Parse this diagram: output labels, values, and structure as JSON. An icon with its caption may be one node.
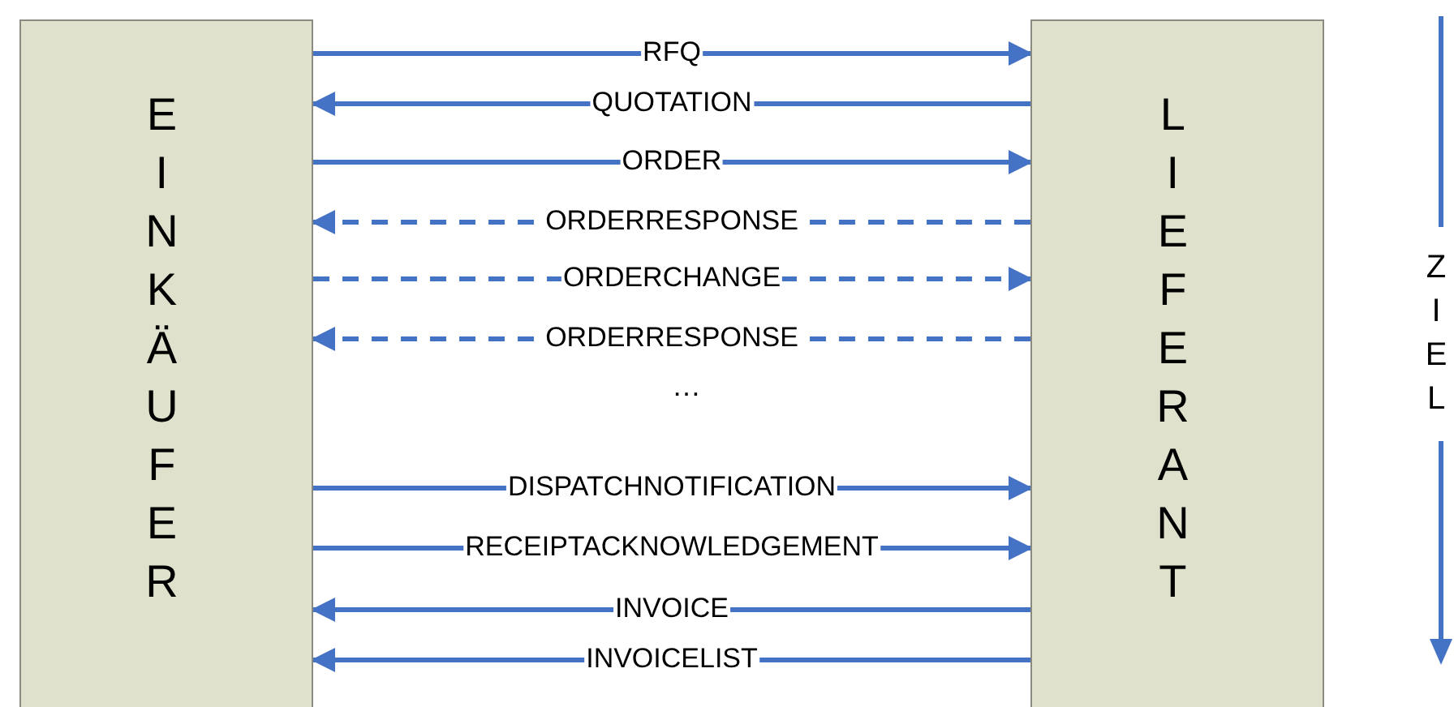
{
  "diagram": {
    "nodes": [
      {
        "text": [
          "EINKÄUFER"
        ]
      },
      {
        "text": [
          "LIEFERANT"
        ]
      }
    ],
    "edges": [
      {
        "from": 0,
        "to": 1,
        "arrow": "to",
        "label": "RFQ"
      },
      {
        "from": 1,
        "to": 0,
        "arrow": "to",
        "label": "QUOTATION"
      },
      {
        "from": 0,
        "to": 1,
        "arrow": "to",
        "label": "ORDER"
      },
      {
        "from": 1,
        "to": 0,
        "arrow": "to",
        "label": "ORDERRESPONSE",
        "style": "dashed"
      },
      {
        "from": 0,
        "to": 1,
        "arrow": "to",
        "label": "ORDERCHANGE",
        "style": "dashed"
      },
      {
        "from": 1,
        "to": 0,
        "arrow": "to",
        "label": "ORDERRESPONSE",
        "style": "dashed"
      },
      {
        "from": 0,
        "to": 1,
        "arrow": "to",
        "label": "DISPATCHNOTIFICATION"
      },
      {
        "from": 0,
        "to": 1,
        "arrow": "to",
        "label": "RECEIPTACKNOWLEDGEMENT"
      },
      {
        "from": 1,
        "to": 0,
        "arrow": "to",
        "label": "INVOICE"
      },
      {
        "from": 1,
        "to": 0,
        "arrow": "to",
        "label": "INVOICELIST"
      }
    ],
    "labels": [
      "…",
      "ZIEL"
    ]
  }
}
